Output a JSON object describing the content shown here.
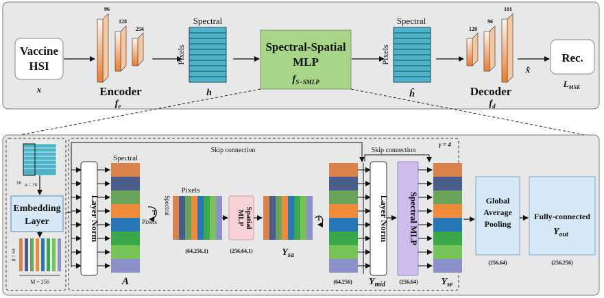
{
  "top": {
    "input": {
      "line1": "Vaccine",
      "line2": "HSI",
      "symbol": "x"
    },
    "encoder": {
      "label": "Encoder",
      "symbol": "f",
      "sub": "e",
      "dims": [
        "96",
        "128",
        "256"
      ]
    },
    "spectral_h": {
      "top": "Spectral",
      "side": "Pixels",
      "symbol": "h"
    },
    "mlp": {
      "line1": "Spectral-Spatial",
      "line2": "MLP",
      "symbol": "f",
      "sub": "S−SMLP"
    },
    "spectral_hhat": {
      "top": "Spectral",
      "side": "Pixels",
      "symbol": "ĥ"
    },
    "decoder": {
      "label": "Decoder",
      "symbol": "f",
      "sub": "d",
      "dims": [
        "128",
        "96",
        "101"
      ]
    },
    "xhat": "x̂",
    "rec": {
      "label": "Rec.",
      "loss": "L",
      "loss_sub": "MSE"
    }
  },
  "bottom": {
    "embed": {
      "dim16": "16",
      "alpha": "α = 16",
      "label1": "Embedding",
      "label2": "Layer",
      "beta": "β = 64",
      "M": "M = 256"
    },
    "skip1": "Skip connection",
    "skip2": "Skip connection",
    "gamma": "γ = 4",
    "layernorm1": "Layer Norm",
    "spectral_A": "Spectral",
    "A": "A",
    "pixels": "Pixels",
    "spectral_rot": "Spectral",
    "pixels_rot": "Pixels",
    "trans1": "T",
    "shape_64_256_1": "(64,256,1)",
    "spatial_mlp1": "Spatial",
    "spatial_mlp2": "MLP",
    "shape_256_64_1": "(256,64,1)",
    "Ysa": "Y",
    "Ysa_sub": "sa",
    "trans2": "T",
    "shape_64_256": "(64,256)",
    "layernorm2": "Layer Norm",
    "Ymid": "Y",
    "Ymid_sub": "mid",
    "spectral_mlp": "Spectral MLP",
    "shape_256_64": "(256,64)",
    "Yse": "Y",
    "Yse_sub": "se",
    "gap1": "Global",
    "gap2": "Average",
    "gap3": "Pooling",
    "gap_shape": "(256,64)",
    "fc1": "Fully-connected",
    "fc_sym": "Y",
    "fc_sub": "out",
    "fc_shape": "(256,256)"
  },
  "colors": {
    "panel_bg": "#e6e6e6",
    "encoder_orange": "#f08a3a",
    "teal": "#4db3c6",
    "mlp_green": "#a8d58a",
    "purple": "#cdbcec",
    "pink": "#f6d2d6",
    "light_blue": "#d6e8f6",
    "stripes": [
      "#d9824a",
      "#4a5c8a",
      "#6aa35a",
      "#ee8a3a",
      "#2a77b8",
      "#3aa84a",
      "#78c25a",
      "#8c90c8"
    ]
  }
}
